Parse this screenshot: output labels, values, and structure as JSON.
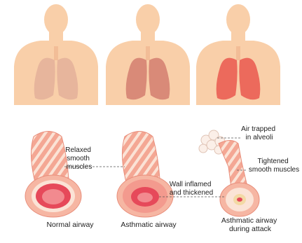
{
  "figures": [
    {
      "lung_stage": "normal",
      "lung_color": "#e7b59c"
    },
    {
      "lung_stage": "asthmatic",
      "lung_color": "#d98a78"
    },
    {
      "lung_stage": "attack",
      "lung_color": "#ec6a5c"
    }
  ],
  "colors": {
    "skin": "#f9cfa9",
    "skin_shade": "#f2bd97",
    "airway_outer": "#f4a794",
    "airway_muscle": "#fbe3d6",
    "airway_inner": "#e6495a"
  },
  "labels": {
    "relaxed": [
      "Relaxed",
      "smooth",
      "muscles"
    ],
    "inflamed": [
      "Wall inflamed",
      "and thickened"
    ],
    "air_trapped": [
      "Air trapped",
      "in alveoli"
    ],
    "tightened": [
      "Tightened",
      "smooth muscles"
    ],
    "normal_airway": "Normal airway",
    "asthmatic_airway": "Asthmatic airway",
    "attack_airway": [
      "Asthmatic airway",
      "during attack"
    ]
  }
}
